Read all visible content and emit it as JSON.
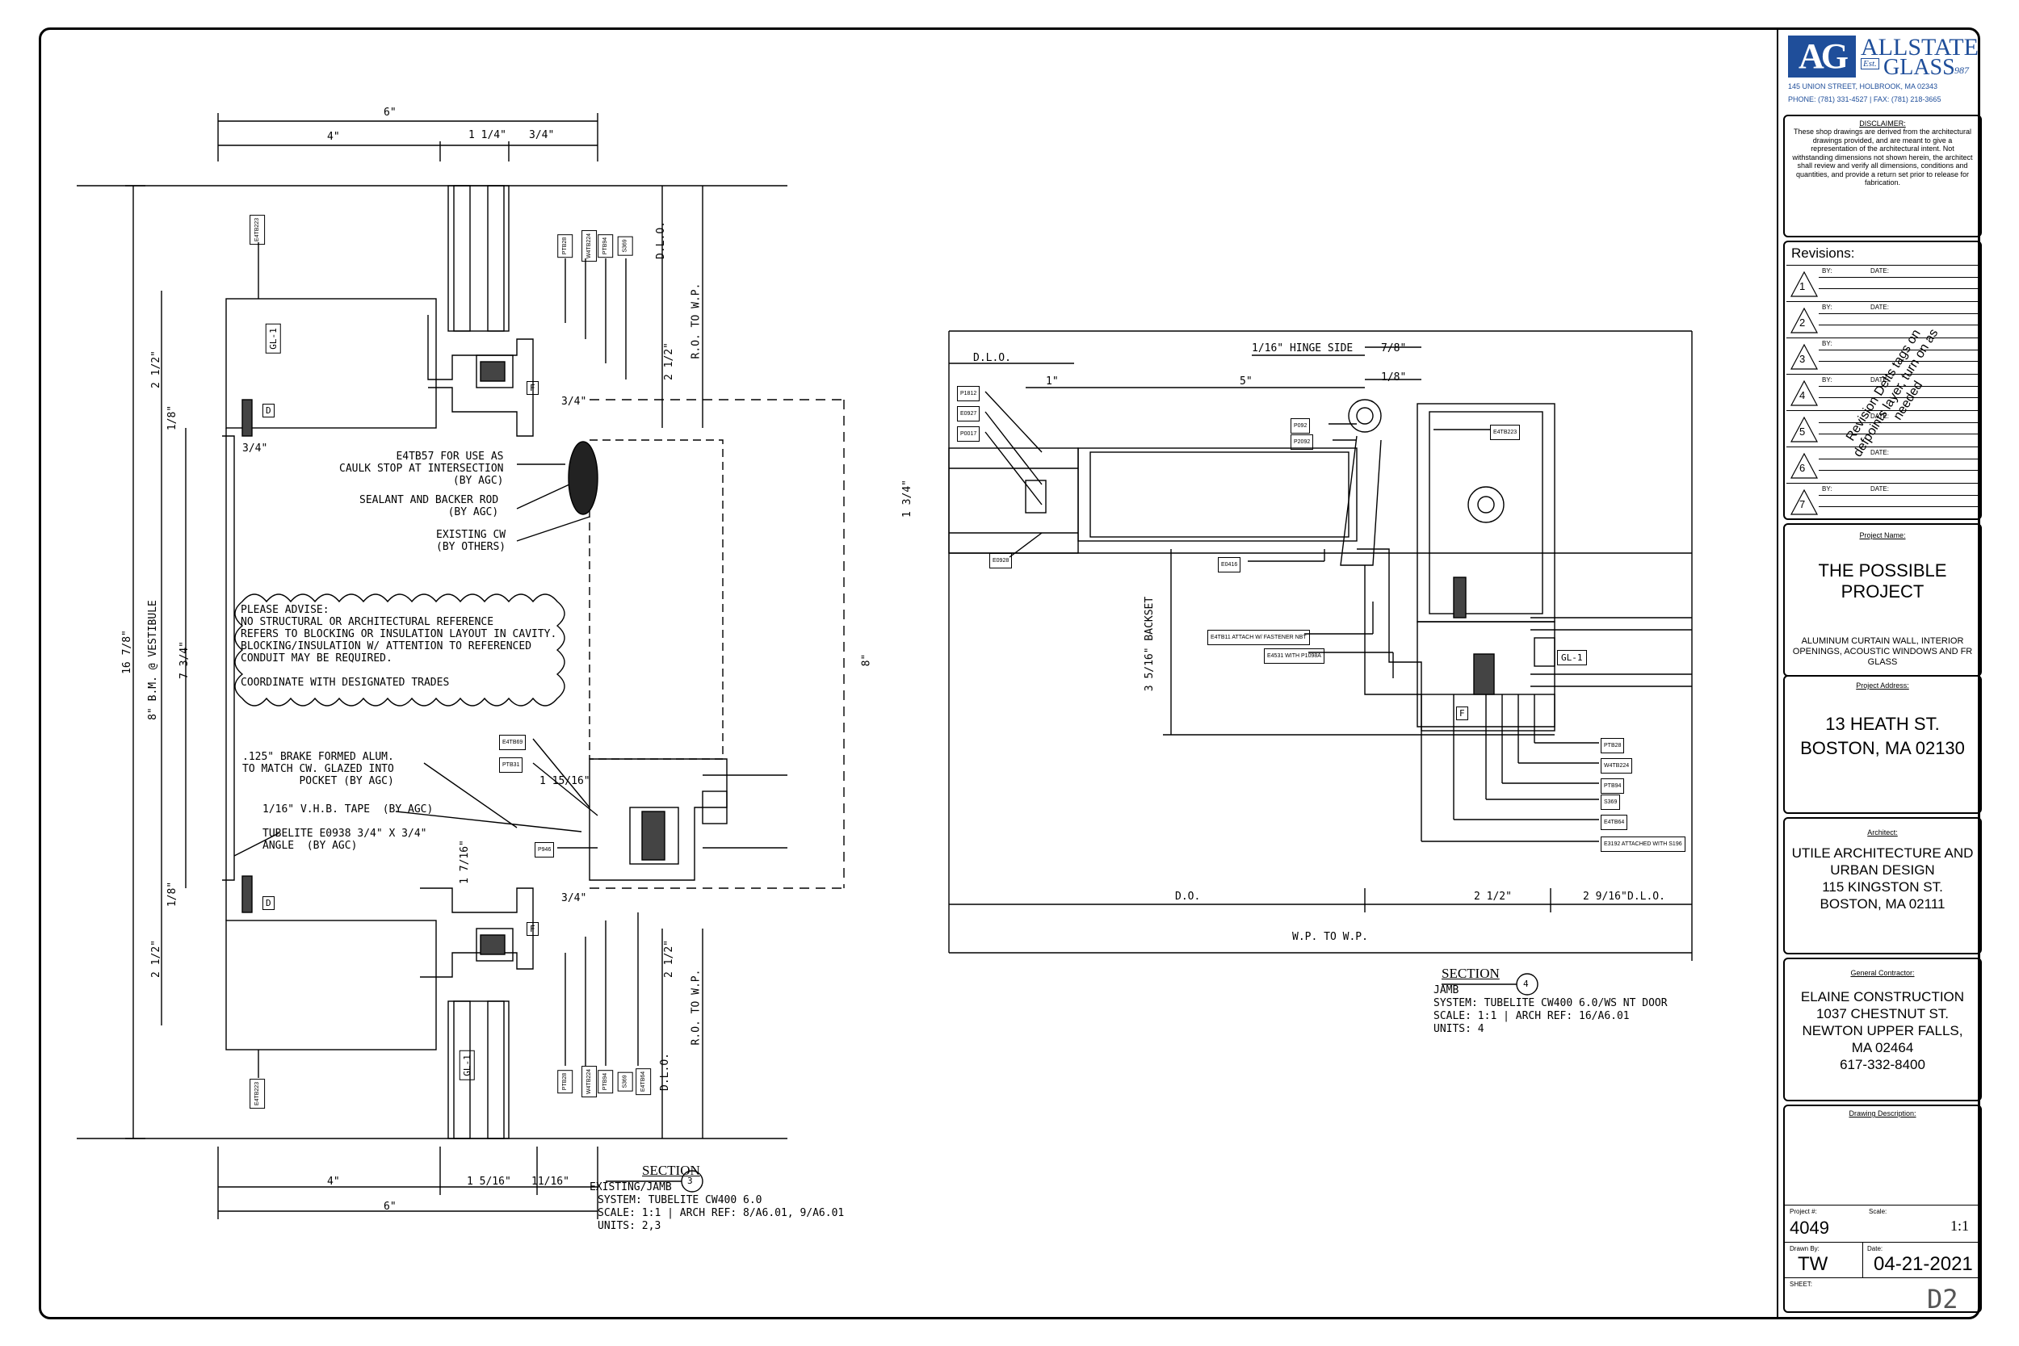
{
  "company": {
    "logo_mark": "AG",
    "name_line1": "ALLSTATE",
    "est": "Est.",
    "name_line2": "GLASS",
    "year": "1987",
    "address": "145 UNION STREET, HOLBROOK, MA 02343",
    "phone": "PHONE: (781) 331-4527   |   FAX: (781) 218-3665",
    "brand_color": "#1f4e9a"
  },
  "disclaimer": {
    "heading": "DISCLAIMER:",
    "text": "These shop drawings are derived from the architectural drawings provided, and are meant to give a representation of the architectural intent. Not withstanding dimensions not shown herein, the architect shall review and verify all dimensions, conditions and quantities, and provide a return set prior to release for fabrication."
  },
  "revisions": {
    "heading": "Revisions:",
    "by_label": "BY:",
    "date_label": "DATE:",
    "rows": [
      "1",
      "2",
      "3",
      "4",
      "5",
      "6",
      "7"
    ],
    "overlay_note": "Revision Delts tags on defpoints layer, turn on as needed"
  },
  "project": {
    "name_label": "Project Name:",
    "name": "THE POSSIBLE PROJECT",
    "scope": "ALUMINUM CURTAIN WALL, INTERIOR OPENINGS, ACOUSTIC WINDOWS AND FR GLASS",
    "address_label": "Project Address:",
    "address_line1": "13 HEATH ST.",
    "address_line2": "BOSTON, MA 02130"
  },
  "architect": {
    "label": "Architect:",
    "line1": "UTILE ARCHITECTURE AND",
    "line2": "URBAN DESIGN",
    "line3": "115 KINGSTON ST.",
    "line4": "BOSTON, MA 02111"
  },
  "contractor": {
    "label": "General Contractor:",
    "line1": "ELAINE CONSTRUCTION",
    "line2": "1037 CHESTNUT ST.",
    "line3": "NEWTON UPPER FALLS,",
    "line4": "MA 02464",
    "line5": "617-332-8400"
  },
  "drawing_desc": {
    "label": "Drawing Description:"
  },
  "meta": {
    "project_no_label": "Project #:",
    "project_no": "4049",
    "scale_label": "Scale:",
    "scale": "1:1",
    "drawn_label": "Drawn By:",
    "drawn": "TW",
    "date_label": "Date:",
    "date": "04-21-2021",
    "sheet_label": "SHEET:",
    "sheet": "D2"
  },
  "section3": {
    "title": "SECTION",
    "number": "3",
    "sub": "EXISTING/JAMB",
    "system": "SYSTEM: TUBELITE CW400 6.0",
    "scale": "SCALE: 1:1 | ARCH REF: 8/A6.01, 9/A6.01",
    "units": "UNITS: 2,3"
  },
  "section4": {
    "title": "SECTION",
    "number": "4",
    "sub": "JAMB",
    "system": "SYSTEM: TUBELITE CW400 6.0/WS NT DOOR",
    "scale": "SCALE: 1:1 | ARCH REF: 16/A6.01",
    "units": "UNITS: 4"
  },
  "notes3": {
    "advise": "PLEASE ADVISE:\nNO STRUCTURAL OR ARCHITECTURAL REFERENCE\nREFERS TO BLOCKING OR INSULATION LAYOUT IN CAVITY.\nBLOCKING/INSULATION W/ ATTENTION TO REFERENCED\nCONDUIT MAY BE REQUIRED.\n\nCOORDINATE WITH DESIGNATED TRADES",
    "caulk": "E4TB57 FOR USE AS\nCAULK STOP AT INTERSECTION\n(BY AGC)",
    "sealant": "SEALANT AND BACKER ROD\n(BY AGC)",
    "existing": "EXISTING CW\n(BY OTHERS)",
    "brake": ".125\" BRAKE FORMED ALUM.\nTO MATCH CW. GLAZED INTO\nPOCKET (BY AGC)",
    "vhb": "1/16\" V.H.B. TAPE  (BY AGC)",
    "angle": "TUBELITE E0938 3/4\" X 3/4\"\nANGLE  (BY AGC)"
  },
  "dims3": {
    "top_6": "6\"",
    "top_4": "4\"",
    "top_1_1_4": "1 1/4\"",
    "top_3_4": "3/4\"",
    "bot_6": "6\"",
    "bot_4": "4\"",
    "bot_1_5_16": "1 5/16\"",
    "bot_11_16": "11/16\"",
    "dlo": "D.L.O.",
    "ro_wp": "R.O. TO W.P.",
    "two_half": "2 1/2\"",
    "height": "16 7/8\"",
    "bm": "8\" B.M. @ VESTIBULE",
    "seven3_4": "7 3/4\"",
    "eight": "8\"",
    "one_15_16": "1 15/16\"",
    "one_7_16": "1 7/16\"",
    "one_8": "1/8\"",
    "three_4": "3/4\""
  },
  "dims4": {
    "dlo": "D.L.O.",
    "one": "1\"",
    "hinge": "1/16\" HINGE SIDE",
    "seven_8": "7/8\"",
    "five": "5\"",
    "one_8": "1/8\"",
    "one_3_4": "1 3/4\"",
    "backset": "3 5/16\" BACKSET",
    "do": "D.O.",
    "two_half": "2 1/2\"",
    "two_9_16": "2 9/16\"",
    "dlo2": "D.L.O.",
    "wp": "W.P. TO W.P."
  },
  "tags3": [
    "E4TB223",
    "PTB28",
    "W4TB224",
    "PTB94",
    "S369",
    "E4TB69",
    "PTB31",
    "P946",
    "PTB28",
    "W4TB224",
    "PTB94",
    "S369",
    "E4TB64",
    "E4TB223"
  ],
  "tags4": [
    "P1812",
    "E0927",
    "P0017",
    "E0928",
    "P092",
    "P2092",
    "E0416",
    "E4TB223",
    "E4TB11 ATTACH W/ FASTENER NBT",
    "E4531 WITH P1098A",
    "PTB28",
    "W4TB224",
    "PTB94",
    "S369",
    "E4TB64",
    "E3192 ATTACHED WITH S196"
  ],
  "labels": {
    "gl1": "GL-1",
    "f": "F",
    "d": "D"
  }
}
